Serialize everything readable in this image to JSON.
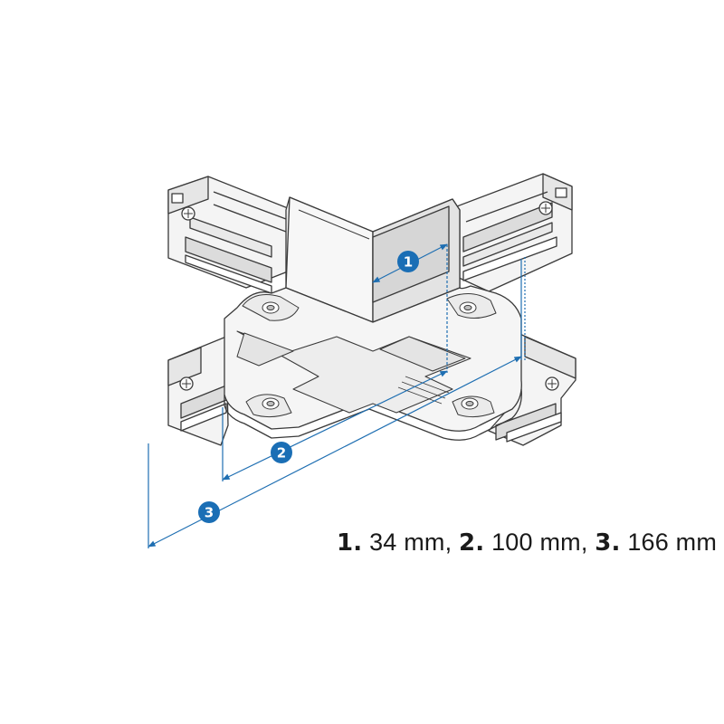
{
  "callouts": [
    {
      "number": "1",
      "value": "34 mm"
    },
    {
      "number": "2",
      "value": "100 mm"
    },
    {
      "number": "3",
      "value": "166 mm"
    }
  ],
  "caption": {
    "item1_num": "1.",
    "item1_value": "34 mm",
    "sep1": ",",
    "item2_num": "2.",
    "item2_value": "100 mm",
    "sep2": ",",
    "item3_num": "3.",
    "item3_value": "166 mm"
  },
  "colors": {
    "dimension_blue": "#1f6fb2",
    "badge_fill": "#1a6eb5",
    "line_art": "#3a3a3a",
    "part_fill": "#f4f4f4",
    "shade_fill": "#dcdcdc"
  }
}
